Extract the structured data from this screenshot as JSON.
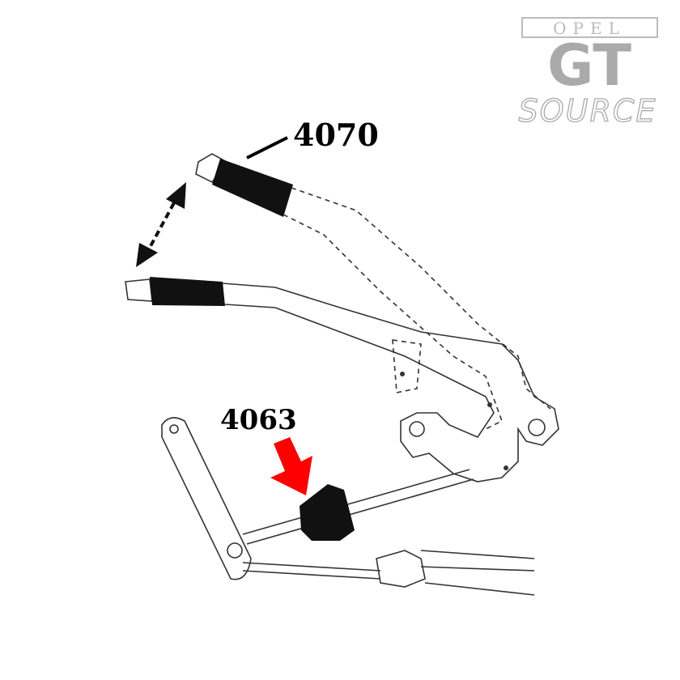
{
  "logo": {
    "line1": "OPEL",
    "line2": "GT",
    "line3": "SOURCE",
    "color": "#aaaaaa"
  },
  "callouts": [
    {
      "part_number": "4070",
      "target": "handbrake-lever-grip"
    },
    {
      "part_number": "4063",
      "target": "handbrake-cable-boot"
    }
  ],
  "colors": {
    "arrow": "#ff0000",
    "line": "#333333",
    "grip": "#111111"
  }
}
